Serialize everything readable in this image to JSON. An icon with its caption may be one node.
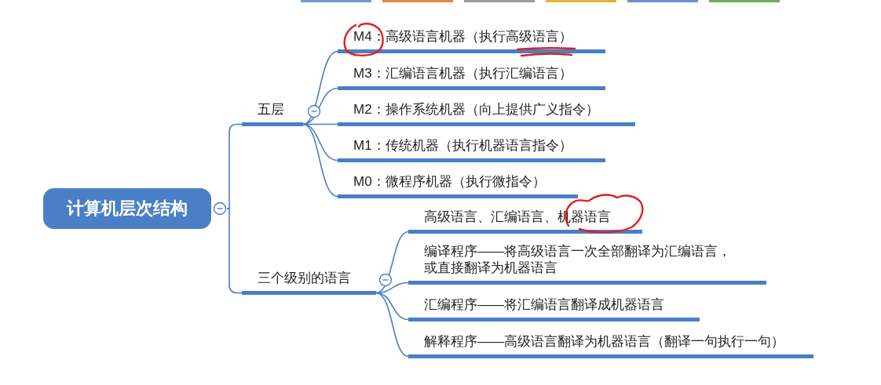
{
  "diagram": {
    "nodes": [
      {
        "text": [
          "计算机层次结构"
        ]
      },
      {
        "text": [
          "五层"
        ]
      },
      {
        "text": [
          "M4：高级语言机器（执行高级语言）"
        ]
      },
      {
        "text": [
          "M3：汇编语言机器（执行汇编语言）"
        ]
      },
      {
        "text": [
          "M2：操作系统机器（向上提供广义指令）"
        ]
      },
      {
        "text": [
          "M1：传统机器（执行机器语言指令）"
        ]
      },
      {
        "text": [
          "M0：微程序机器（执行微指令）"
        ]
      },
      {
        "text": [
          "三个级别的语言"
        ]
      },
      {
        "text": [
          "高级语言、汇编语言、机器语言"
        ]
      },
      {
        "text": [
          "编译程序——将高级语言一次全部翻译为汇编语言，或直接翻译为机器语言"
        ]
      },
      {
        "text": [
          "汇编程序——将汇编语言翻译成机器语言"
        ]
      },
      {
        "text": [
          "解释程序——高级语言翻译为机器语言（翻译一句执行一句）"
        ]
      }
    ],
    "edges": [
      {
        "from": 0,
        "to": 1,
        "arrow": "none"
      },
      {
        "from": 0,
        "to": 7,
        "arrow": "none"
      },
      {
        "from": 1,
        "to": 2,
        "arrow": "none"
      },
      {
        "from": 1,
        "to": 3,
        "arrow": "none"
      },
      {
        "from": 1,
        "to": 4,
        "arrow": "none"
      },
      {
        "from": 1,
        "to": 5,
        "arrow": "none"
      },
      {
        "from": 1,
        "to": 6,
        "arrow": "none"
      },
      {
        "from": 7,
        "to": 8,
        "arrow": "none"
      },
      {
        "from": 7,
        "to": 9,
        "arrow": "none"
      },
      {
        "from": 7,
        "to": 10,
        "arrow": "none"
      },
      {
        "from": 7,
        "to": 11,
        "arrow": "none"
      }
    ]
  }
}
